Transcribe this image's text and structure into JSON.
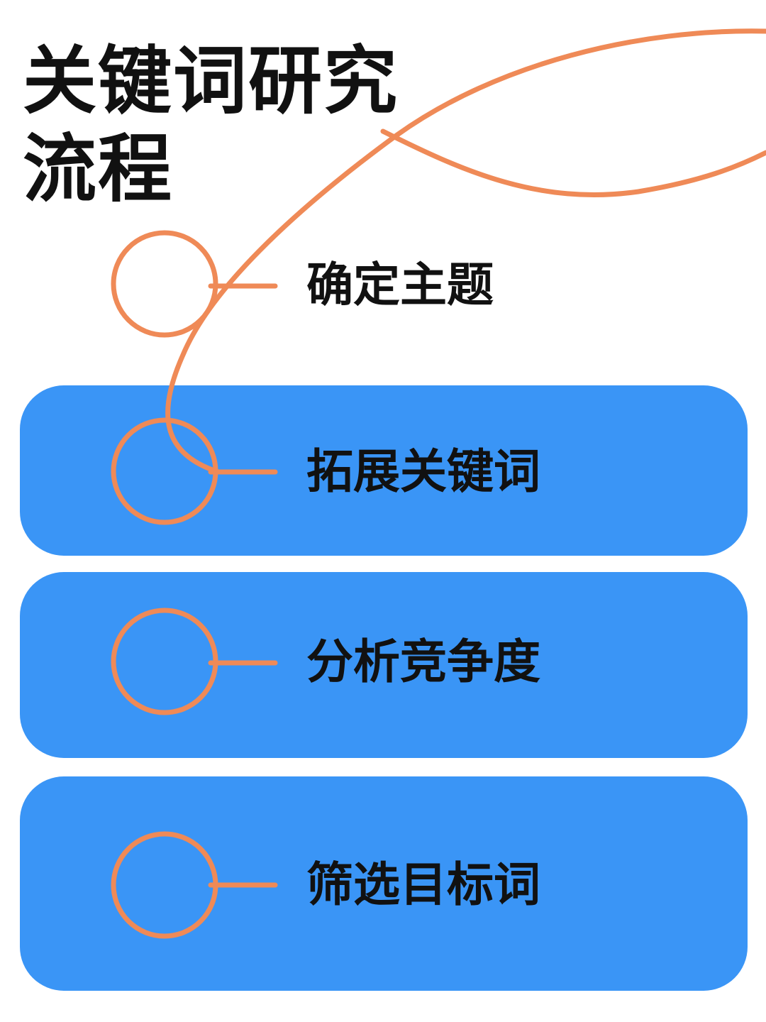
{
  "title": {
    "line1": "关键词研究",
    "line2": "流程"
  },
  "steps": [
    {
      "label": "确定主题",
      "highlighted": false
    },
    {
      "label": "拓展关键词",
      "highlighted": true
    },
    {
      "label": "分析竞争度",
      "highlighted": true
    },
    {
      "label": "筛选目标词",
      "highlighted": true
    }
  ],
  "colors": {
    "background": "#ffffff",
    "panel": "#3a95f6",
    "accent_line": "#ef8a57",
    "text": "#111111"
  },
  "icons": {
    "step_marker": "circle-connector-icon",
    "decoration": "swoosh-line"
  }
}
